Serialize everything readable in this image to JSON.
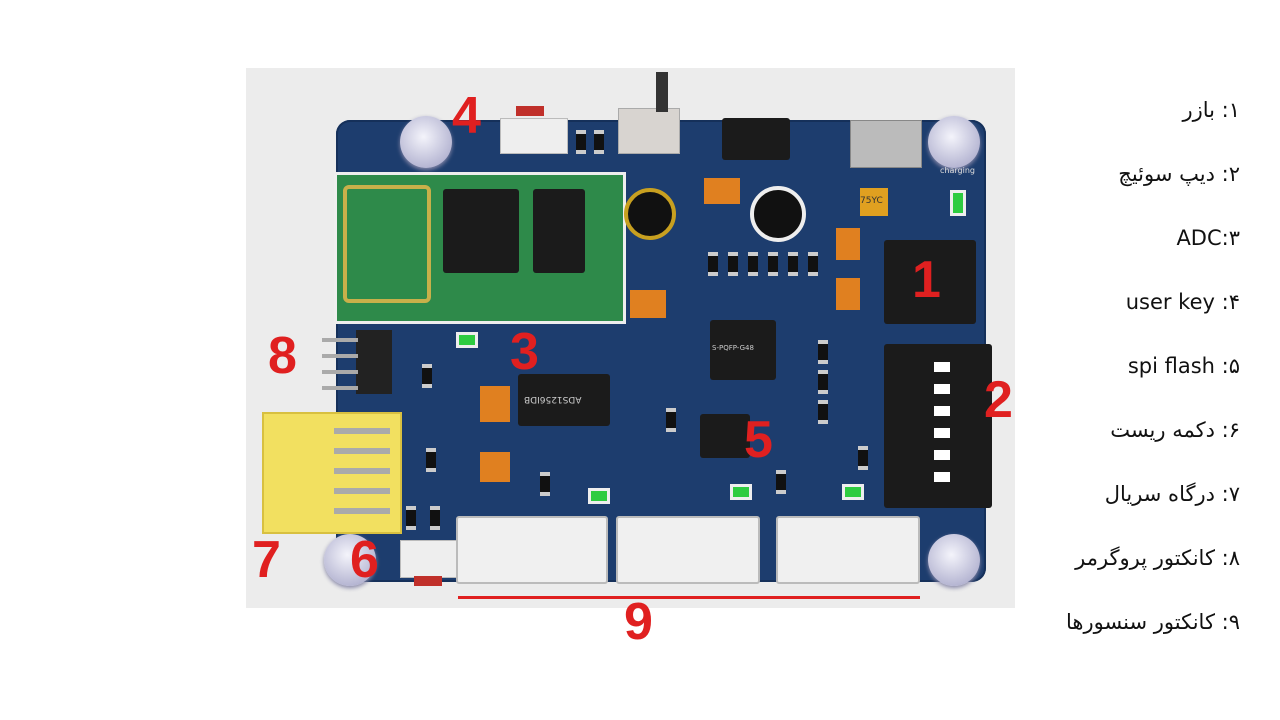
{
  "markers": [
    "1",
    "2",
    "3",
    "4",
    "5",
    "6",
    "7",
    "8",
    "9"
  ],
  "legend": [
    "۱: بازر",
    "۲: دیپ سوئیچ",
    "۳:ADC",
    "۴: user key",
    "۵: spi flash",
    "۶: دکمه ریست",
    "۷: درگاه سریال",
    "۸: کانکتور پروگرمر",
    "۹: کانکتور سنسورها"
  ],
  "silkscreen": {
    "adc_chip": "ADS1256IDB",
    "mcu": "S-PQFP-G48",
    "fuse": "75YC",
    "charging": "charging"
  },
  "colors": {
    "board": "#1d3d6e",
    "marker": "#e02020"
  }
}
